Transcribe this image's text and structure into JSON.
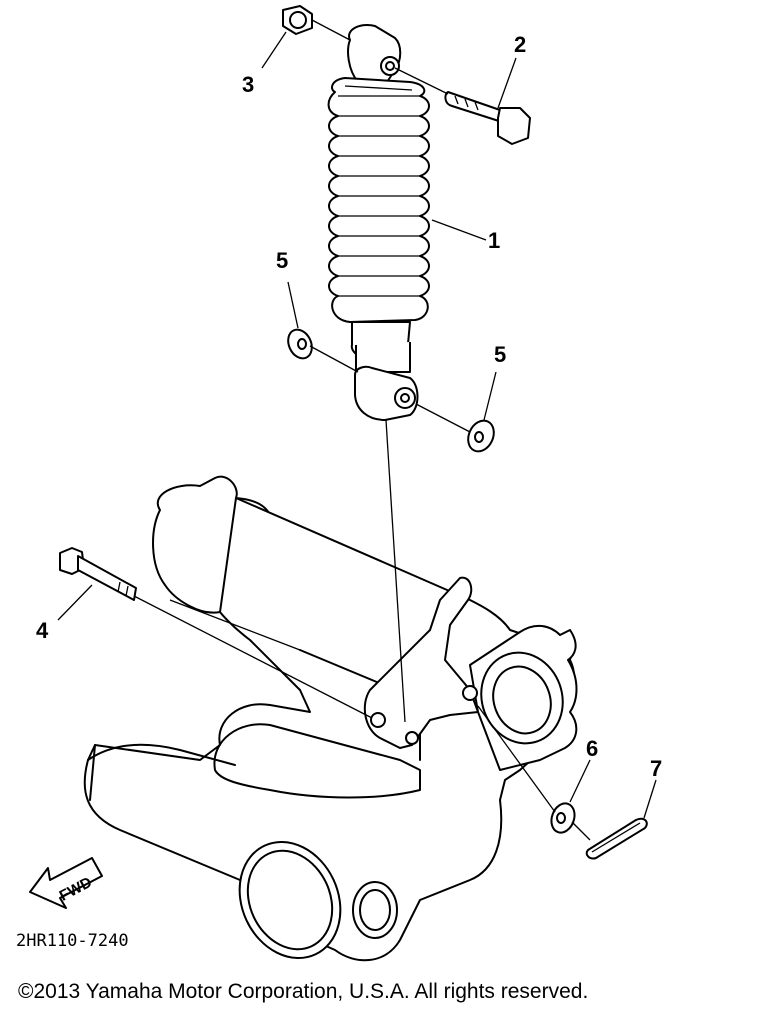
{
  "callouts": {
    "c1": "1",
    "c2": "2",
    "c3": "3",
    "c4": "4",
    "c5a": "5",
    "c5b": "5",
    "c6": "6",
    "c7": "7"
  },
  "fwd_label": "FWD",
  "diagram_code": "2HR110-7240",
  "copyright": "©2013 Yamaha Motor Corporation, U.S.A. All rights reserved."
}
